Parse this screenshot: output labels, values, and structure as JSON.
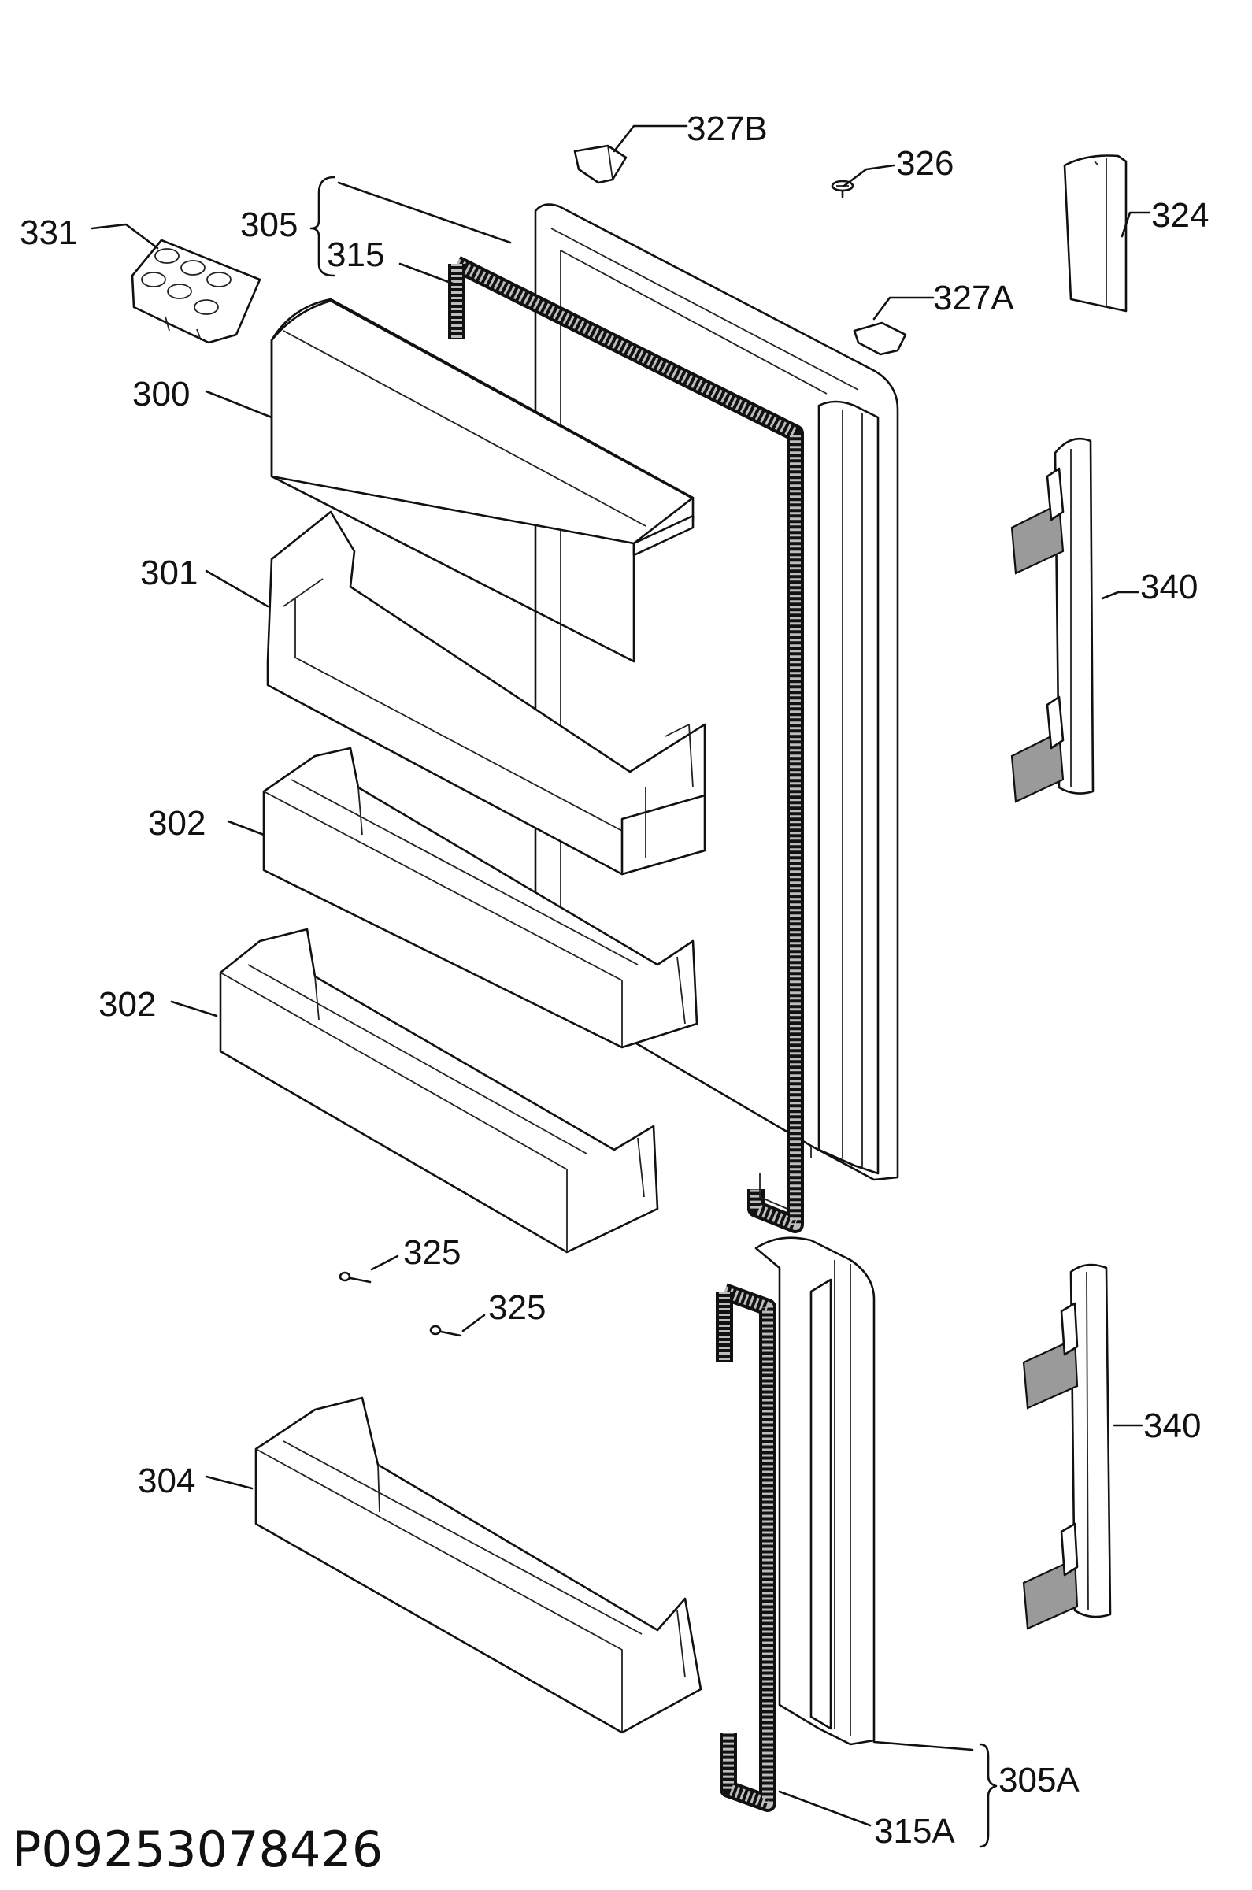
{
  "drawing_code": "P09253078426",
  "callouts": {
    "c327b": "327B",
    "c326": "326",
    "c324": "324",
    "c305": "305",
    "c315": "315",
    "c331": "331",
    "c327a": "327A",
    "c300": "300",
    "c301": "301",
    "c340_upper": "340",
    "c302_upper": "302",
    "c302_lower": "302",
    "c325_upper": "325",
    "c325_lower": "325",
    "c340_lower": "340",
    "c304": "304",
    "c305a": "305A",
    "c315a": "315A"
  }
}
